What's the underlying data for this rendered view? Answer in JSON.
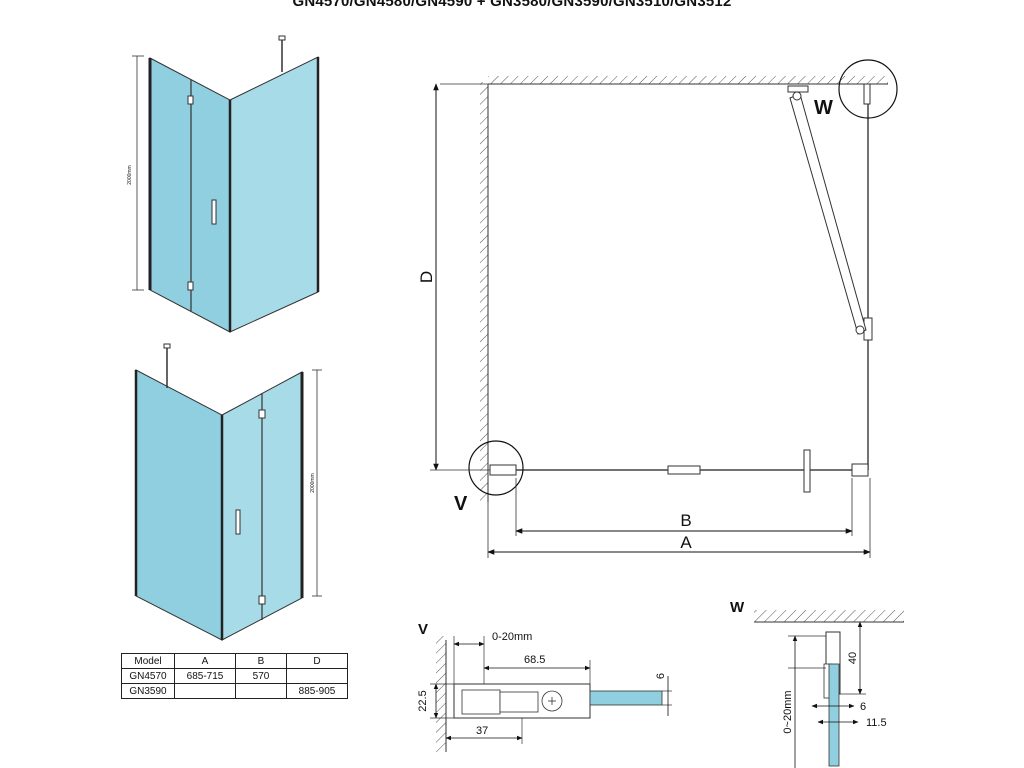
{
  "title": "GN4570/GN4580/GN4590 + GN3580/GN3590/GN3510/GN3512",
  "elevation_height_labels": [
    "2000mm",
    "2000mm"
  ],
  "plan": {
    "dim_d": "D",
    "dim_b": "B",
    "dim_a": "A",
    "detail_v": "V",
    "detail_w": "W"
  },
  "detail_v": {
    "title": "V",
    "range": "0-20mm",
    "width": "68.5",
    "glass": "6",
    "height": "22.5",
    "depth": "37"
  },
  "detail_w": {
    "title": "W",
    "drop": "40",
    "range": "0~20mm",
    "glass": "6",
    "offset": "11.5"
  },
  "table": {
    "headers": [
      "Model",
      "A",
      "B",
      "D"
    ],
    "rows": [
      [
        "GN4570",
        "685-715",
        "570",
        ""
      ],
      [
        "GN3590",
        "",
        "",
        "885-905"
      ]
    ]
  },
  "colors": {
    "glass": "#8fcfe0",
    "glass_light": "#a8dbe8",
    "frame": "#333333"
  }
}
